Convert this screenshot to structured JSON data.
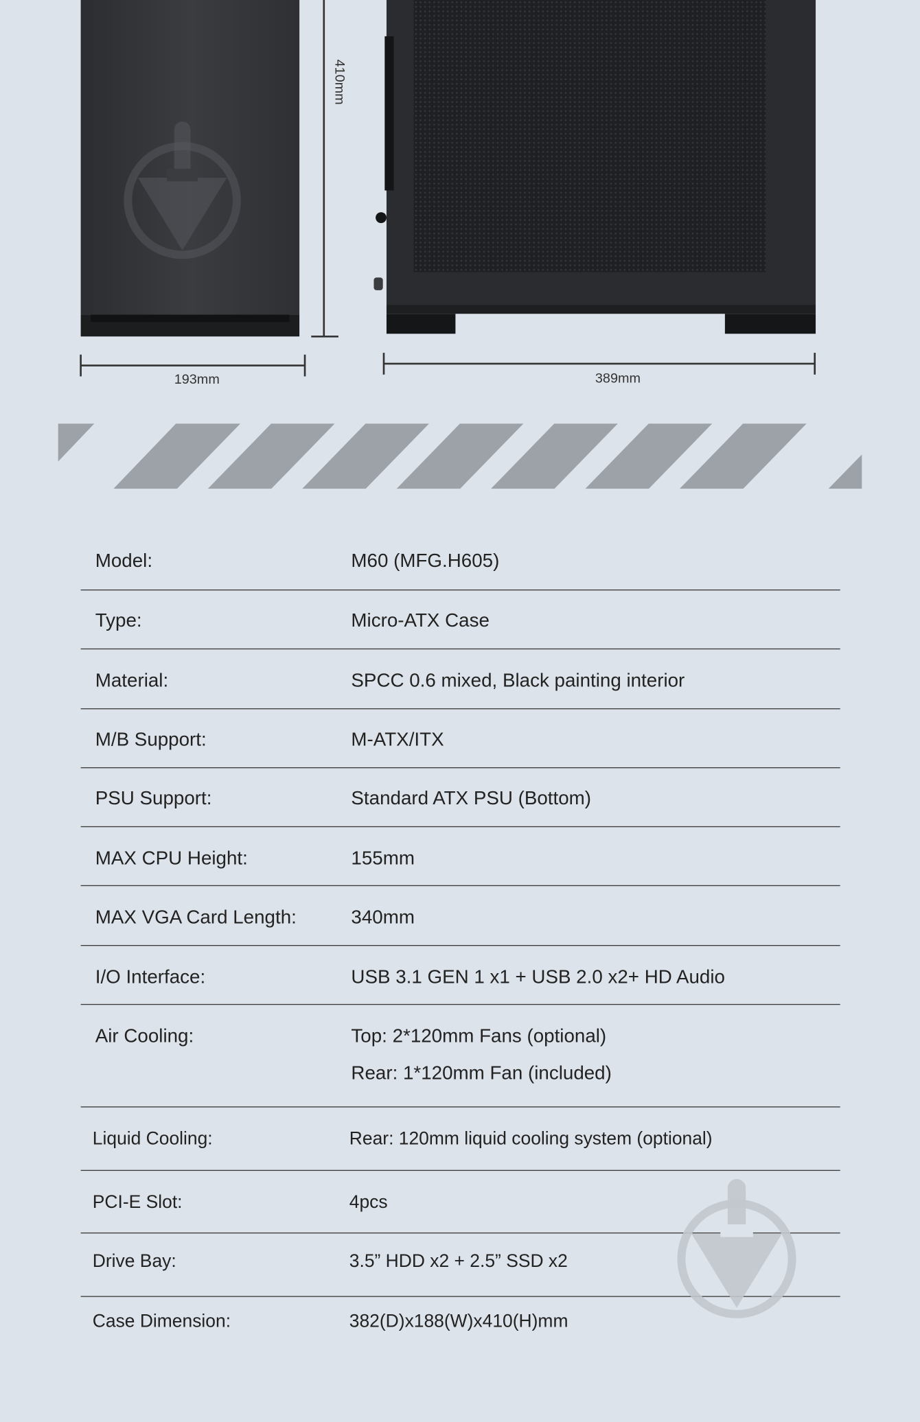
{
  "dimensions": {
    "height_label": "410mm",
    "width_label": "193mm",
    "depth_label": "389mm"
  },
  "icons": {
    "watermark": "downward-arrow-in-circle-icon"
  },
  "colors": {
    "background": "#dde3ea",
    "stripe": "#9ca2a8",
    "case_body": "#2b2d30",
    "text": "#222222",
    "divider": "#3a3a3a"
  },
  "specs": [
    {
      "label": "Model:",
      "value": "M60 (MFG.H605)"
    },
    {
      "label": "Type:",
      "value": "Micro-ATX Case"
    },
    {
      "label": "Material:",
      "value": "SPCC 0.6 mixed,  Black painting interior"
    },
    {
      "label": "M/B Support:",
      "value": "M-ATX/ITX"
    },
    {
      "label": "PSU Support:",
      "value": "Standard ATX PSU (Bottom)"
    },
    {
      "label": "MAX CPU Height:",
      "value": "155mm"
    },
    {
      "label": "MAX VGA Card Length:",
      "value": "340mm"
    },
    {
      "label": "I/O Interface:",
      "value": "USB 3.1 GEN 1 x1 + USB 2.0 x2+ HD Audio"
    },
    {
      "label": "Air Cooling:",
      "value_lines": [
        "Top: 2*120mm Fans (optional)",
        "Rear: 1*120mm Fan (included)"
      ]
    },
    {
      "label": "Liquid Cooling:",
      "value": "Rear: 120mm liquid cooling system (optional)"
    },
    {
      "label": "PCI-E Slot:",
      "value": "4pcs"
    },
    {
      "label": "Drive Bay:",
      "value": "3.5” HDD x2 + 2.5” SSD x2"
    },
    {
      "label": "Case Dimension:",
      "value": "382(D)x188(W)x410(H)mm"
    }
  ]
}
